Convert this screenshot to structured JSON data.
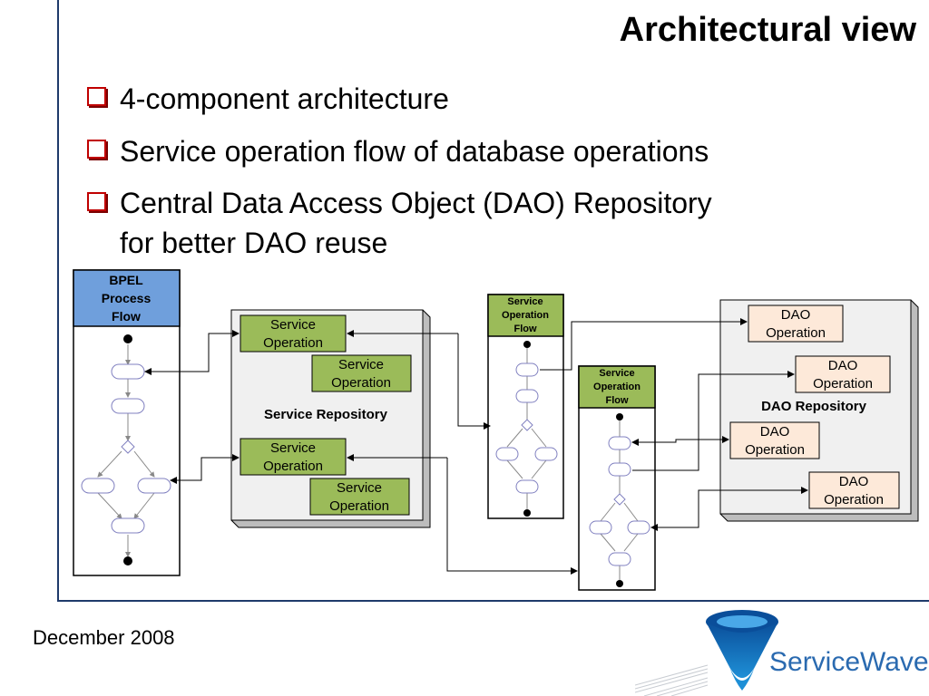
{
  "slide": {
    "title": "Architectural view",
    "bullets": [
      {
        "text": "4-component architecture",
        "line2": ""
      },
      {
        "text": "Service operation flow of database operations",
        "line2": ""
      },
      {
        "text": "Central Data Access Object (DAO) Repository",
        "line2": "for better DAO reuse"
      }
    ],
    "footer_date": "December 2008",
    "logo_text": "ServiceWave"
  },
  "diagram": {
    "bpel": {
      "line1": "BPEL",
      "line2": "Process",
      "line3": "Flow"
    },
    "service_repository": {
      "label": "Service Repository",
      "operations": [
        {
          "line1": "Service",
          "line2": "Operation"
        },
        {
          "line1": "Service",
          "line2": "Operation"
        },
        {
          "line1": "Service",
          "line2": "Operation"
        },
        {
          "line1": "Service",
          "line2": "Operation"
        }
      ]
    },
    "flow1": {
      "line1": "Service",
      "line2": "Operation",
      "line3": "Flow"
    },
    "flow2": {
      "line1": "Service",
      "line2": "Operation",
      "line3": "Flow"
    },
    "dao_repository": {
      "label": "DAO Repository",
      "operations": [
        {
          "line1": "DAO",
          "line2": "Operation"
        },
        {
          "line1": "DAO",
          "line2": "Operation"
        },
        {
          "line1": "DAO",
          "line2": "Operation"
        },
        {
          "line1": "DAO",
          "line2": "Operation"
        }
      ]
    },
    "colors": {
      "bpel_header": "#6f9fdc",
      "service_op_fill": "#9bbb59",
      "flow_header": "#9bbb59",
      "dao_op_fill": "#fde9d9",
      "repo_fill": "#f0f0f0",
      "node_stroke": "#8080c0"
    }
  }
}
